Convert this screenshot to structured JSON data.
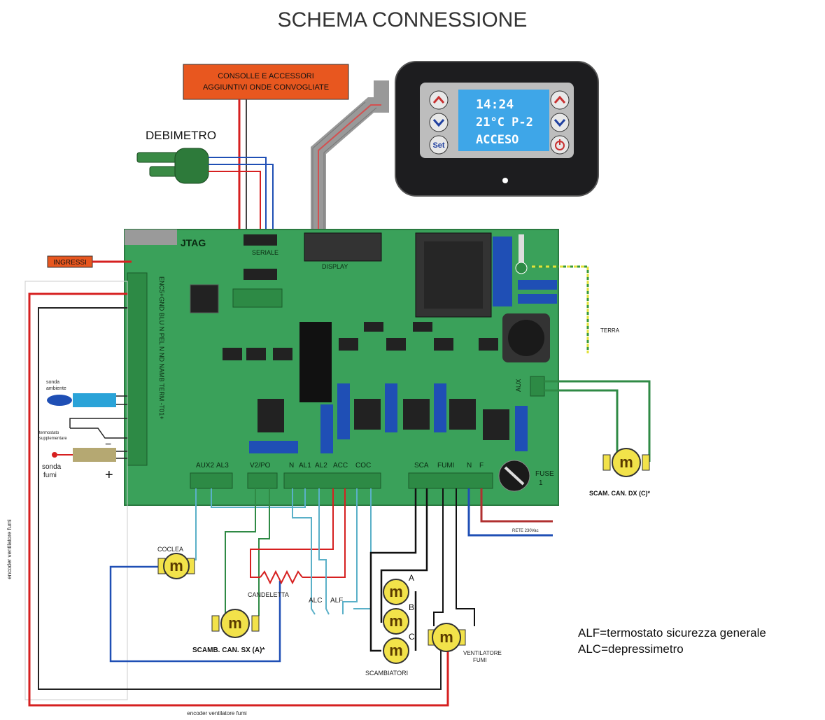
{
  "title": "SCHEMA CONNESSIONE",
  "labels": {
    "consolle_line1": "CONSOLLE E ACCESSORI",
    "consolle_line2": "AGGIUNTIVI ONDE CONVOGLIATE",
    "debimetro": "DEBIMETRO",
    "ingressi": "INGRESSI",
    "jtag": "JTAG",
    "seriale": "SERIALE",
    "display": "DISPLAY",
    "terra": "TERRA",
    "aux": "AUX",
    "sonda_ambiente_1": "sonda",
    "sonda_ambiente_2": "ambiente",
    "termostato_1": "termostato",
    "termostato_2": "supplementare",
    "sonda_fumi_1": "sonda",
    "sonda_fumi_2": "fumi",
    "minus": "−",
    "plus": "+",
    "encoder_left": "encoder ventilatore fumi",
    "encoder_bottom": "encoder ventilatore fumi",
    "fuse": "FUSE",
    "fuse_num": "1",
    "rete": "RETE 230Vac",
    "coclea": "COCLEA",
    "candeletta": "CANDELETTA",
    "alc": "ALC",
    "alf": "ALF",
    "scamb_sx": "SCAMB. CAN. SX (A)*",
    "scamb_dx": "SCAM. CAN. DX (C)*",
    "scambiatori": "SCAMBIATORI",
    "ventilatore_1": "VENTILATORE",
    "ventilatore_2": "FUMI",
    "motor_a": "A",
    "motor_b": "B",
    "motor_c": "C",
    "motor_m": "m",
    "legend_alf": "ALF=termostato sicurezza generale",
    "legend_alc": "ALC=depressimetro",
    "vertical_terminals": "ENC5+GND BLU N PEL N ND NAMB TERM -T01+"
  },
  "terminals": {
    "aux2": "AUX2",
    "al3": "AL3",
    "v2po": "V2/PO",
    "n": "N",
    "al1": "AL1",
    "al2": "AL2",
    "acc": "ACC",
    "coc": "COC",
    "sca": "SCA",
    "fumi": "FUMI",
    "n2": "N",
    "f": "F"
  },
  "display": {
    "time": "14:24",
    "temp": "21°C P-2",
    "status": "ACCESO",
    "set": "Set"
  },
  "colors": {
    "board": "#3aa15a",
    "consolle_box": "#e8571f",
    "motor": "#f2e24a",
    "red_wire": "#d62020",
    "blue_wire": "#1f4fb5",
    "cyan_wire": "#5ab0c8",
    "green_wire": "#2f8a45",
    "lcd": "#3ea6e8"
  }
}
